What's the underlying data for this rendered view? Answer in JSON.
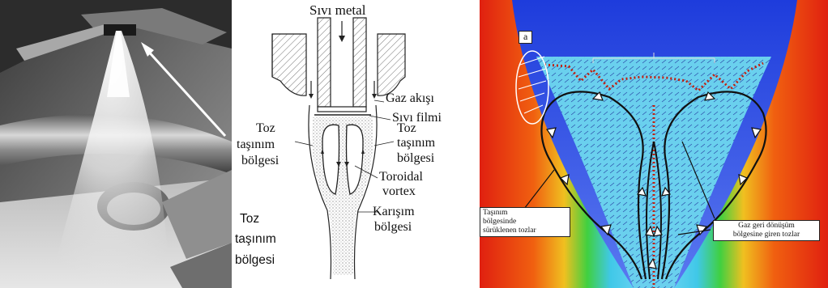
{
  "photo": {
    "region_label_1": "Toz",
    "region_label_2": "taşınım",
    "region_label_3": "bölgesi"
  },
  "schematic": {
    "liquid_metal": "Sıvı metal",
    "gas_flow": "Gaz akışı",
    "liquid_film": "Sıvı filmi",
    "powder_transport_left": [
      "Toz",
      "taşınım",
      "bölgesi"
    ],
    "powder_transport_right": [
      "Toz",
      "taşınım",
      "bölgesi"
    ],
    "toroidal_vortex": [
      "Toroidal",
      "vortex"
    ],
    "mixing_zone": [
      "Karışım",
      "bölgesi"
    ]
  },
  "cfd": {
    "marker": "a",
    "left_callout": [
      "Taşınım",
      "bölgesinde",
      "sürüklenen tozlar"
    ],
    "right_callout": [
      "Gaz geri dönüşüm",
      "bölgesine giren tozlar"
    ],
    "colors": {
      "background": "#1e40e0",
      "hot": "#e02010",
      "warm": "#f0a020",
      "mid": "#30d050",
      "cool": "#40c8e8"
    }
  }
}
